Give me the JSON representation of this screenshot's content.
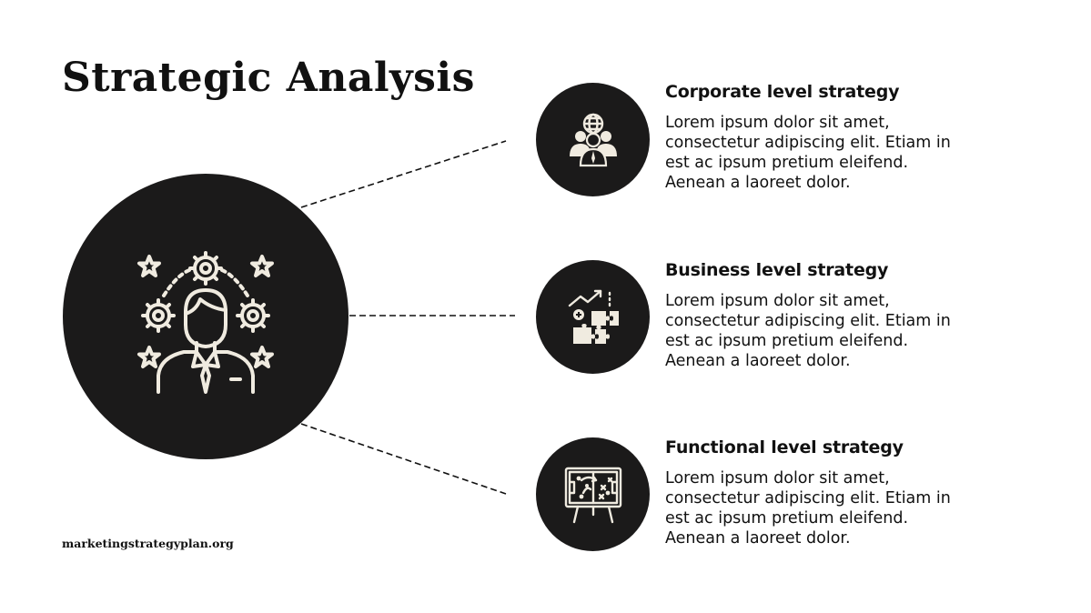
{
  "title": "Strategic Analysis",
  "footer": "marketingstrategyplan.org",
  "colors": {
    "circle": "#1b1a1a",
    "icon_stroke": "#f0ebe0",
    "text": "#111111"
  },
  "center_icon": "person-with-gears-and-stars-icon",
  "items": [
    {
      "heading": "Corporate level strategy",
      "body": "Lorem ipsum dolor sit amet, consectetur adipiscing elit. Etiam in est ac ipsum pretium eleifend. Aenean a laoreet dolor.",
      "icon": "team-globe-icon"
    },
    {
      "heading": "Business level strategy",
      "body": "Lorem ipsum dolor sit amet, consectetur adipiscing elit. Etiam in est ac ipsum pretium eleifend. Aenean a laoreet dolor.",
      "icon": "puzzle-growth-icon"
    },
    {
      "heading": "Functional level strategy",
      "body": "Lorem ipsum dolor sit amet, consectetur adipiscing elit. Etiam in est ac ipsum pretium eleifend. Aenean a laoreet dolor.",
      "icon": "strategy-board-icon"
    }
  ]
}
